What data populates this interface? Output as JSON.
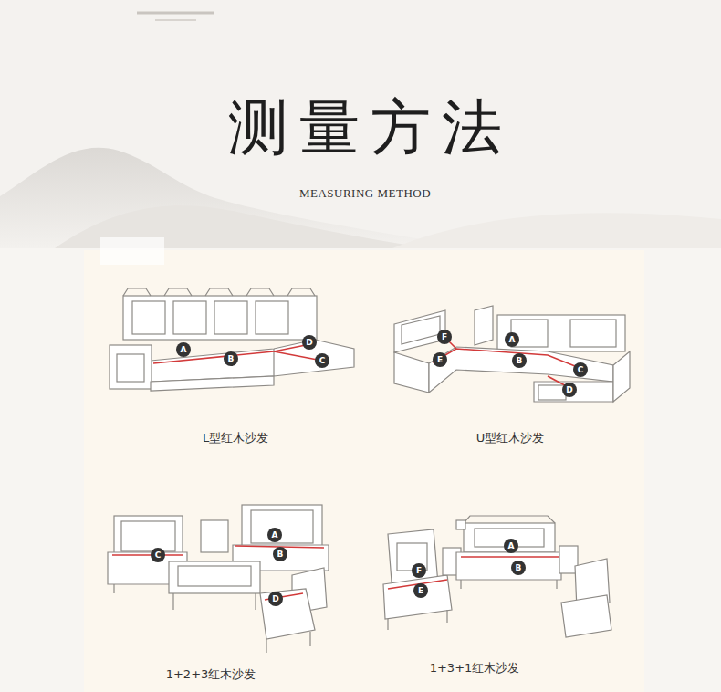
{
  "diagram": {
    "title": "测量方法",
    "labels": [
      "MEASURING METHOD",
      "A",
      "B",
      "D",
      "C",
      "L型红木沙发",
      "F",
      "A",
      "E",
      "B",
      "C",
      "D",
      "U型红木沙发",
      "A",
      "B",
      "C",
      "D",
      "1+2+3红木沙发",
      "A",
      "F",
      "B",
      "E",
      "1+3+1红木沙发"
    ]
  }
}
